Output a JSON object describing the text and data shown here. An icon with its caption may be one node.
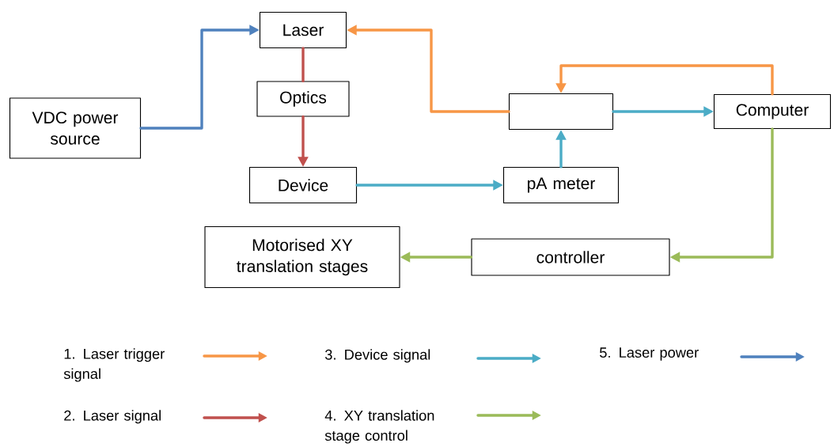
{
  "diagram": {
    "nodes": [
      {
        "text": [
          "VDC power source"
        ]
      },
      {
        "text": [
          "Laser"
        ]
      },
      {
        "text": [
          "Optics"
        ]
      },
      {
        "text": [
          "Device"
        ]
      },
      {
        "text": [],
        "shape": "box"
      },
      {
        "text": [
          "Computer"
        ]
      },
      {
        "text": [
          "pA meter"
        ]
      },
      {
        "text": [
          "Motorised XY translation stages"
        ]
      },
      {
        "text": [
          "controller"
        ]
      }
    ],
    "edges": [
      {
        "from": 0,
        "to": 1,
        "arrow": "to",
        "color": "#4f81bd"
      },
      {
        "from": 1,
        "to": 2,
        "arrow": "none",
        "color": "#c0504d"
      },
      {
        "from": 2,
        "to": 3,
        "arrow": "to",
        "color": "#c0504d"
      },
      {
        "from": 4,
        "to": 1,
        "arrow": "to",
        "color": "#f79646"
      },
      {
        "from": 5,
        "to": 4,
        "arrow": "to",
        "color": "#f79646"
      },
      {
        "from": 4,
        "to": 5,
        "arrow": "to",
        "color": "#4bacc6"
      },
      {
        "from": 3,
        "to": 6,
        "arrow": "to",
        "color": "#4bacc6"
      },
      {
        "from": 6,
        "to": 4,
        "arrow": "to",
        "color": "#4bacc6"
      },
      {
        "from": 5,
        "to": 8,
        "arrow": "to",
        "color": "#9bbb59"
      },
      {
        "from": 8,
        "to": 7,
        "arrow": "to",
        "color": "#9bbb59"
      }
    ],
    "legend": [
      {
        "text": "1. Laser trigger signal",
        "color": "#f79646"
      },
      {
        "text": "2. Laser signal",
        "color": "#c0504d"
      },
      {
        "text": "3. Device signal",
        "color": "#4bacc6"
      },
      {
        "text": "4. XY translation stage control",
        "color": "#9bbb59"
      },
      {
        "text": "5. Laser power",
        "color": "#4f81bd"
      }
    ]
  }
}
